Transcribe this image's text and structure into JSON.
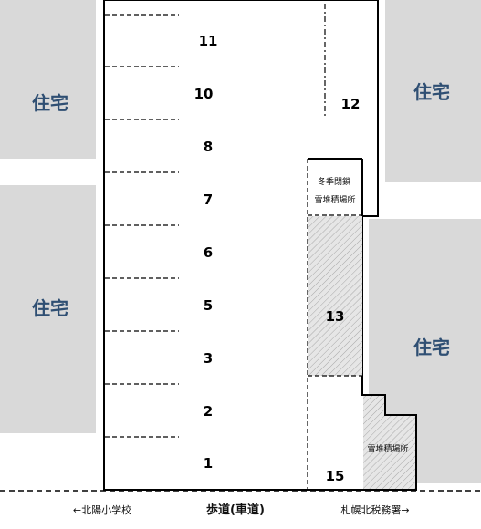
{
  "houses": {
    "left_top": "住宅",
    "left_bottom": "住宅",
    "right_top": "住宅",
    "right_bottom": "住宅"
  },
  "spaces": [
    "11",
    "10",
    "8",
    "7",
    "6",
    "5",
    "3",
    "2",
    "1"
  ],
  "space_12": "12",
  "space_13": "13",
  "space_15": "15",
  "winter_closed": {
    "line1": "冬季閉鎖",
    "line2": "雪堆積場所"
  },
  "snow_area": "雪堆積場所",
  "bottom": {
    "left": "←北陽小学校",
    "center": "歩道(車道)",
    "right": "札幌北税務署→"
  }
}
